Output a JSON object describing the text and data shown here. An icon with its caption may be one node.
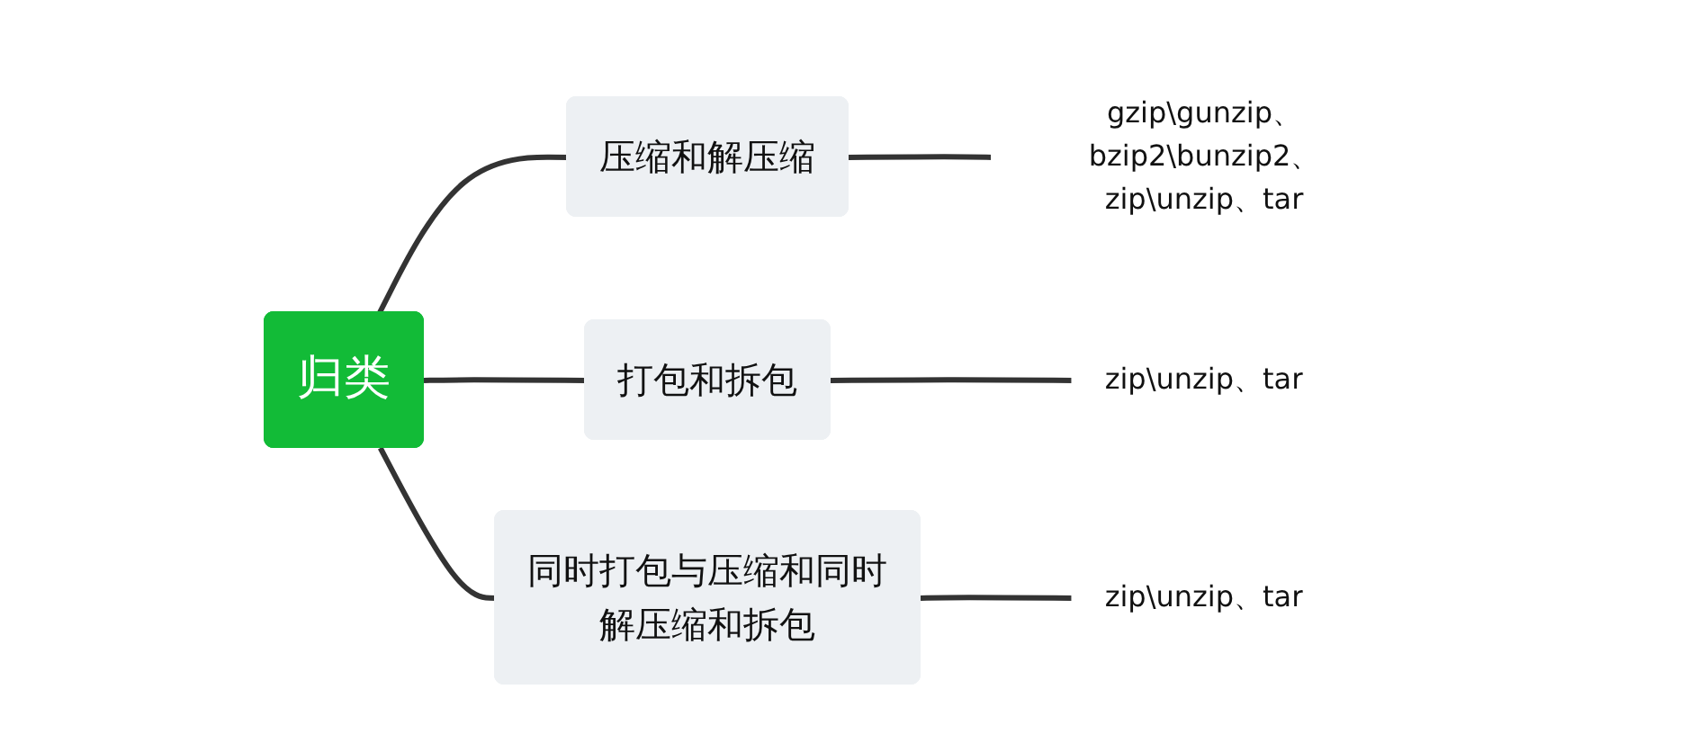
{
  "diagram": {
    "nodes": [
      {
        "text": [
          "归类"
        ]
      },
      {
        "text": [
          "压缩和解压缩"
        ]
      },
      {
        "text": [
          "gzip\\gunzip、bzip2\\bunzip2、zip\\unzip、tar"
        ]
      },
      {
        "text": [
          "打包和拆包"
        ]
      },
      {
        "text": [
          "zip\\unzip、tar"
        ]
      },
      {
        "text": [
          "同时打包与压缩和同时解压缩和拆包"
        ]
      },
      {
        "text": [
          "zip\\unzip、tar"
        ]
      }
    ],
    "edges": [
      {
        "from": 0,
        "to": 1,
        "arrow": "none"
      },
      {
        "from": 1,
        "to": 2,
        "arrow": "none"
      },
      {
        "from": 0,
        "to": 3,
        "arrow": "none"
      },
      {
        "from": 3,
        "to": 4,
        "arrow": "none"
      },
      {
        "from": 0,
        "to": 5,
        "arrow": "none"
      },
      {
        "from": 5,
        "to": 6,
        "arrow": "none"
      }
    ]
  }
}
